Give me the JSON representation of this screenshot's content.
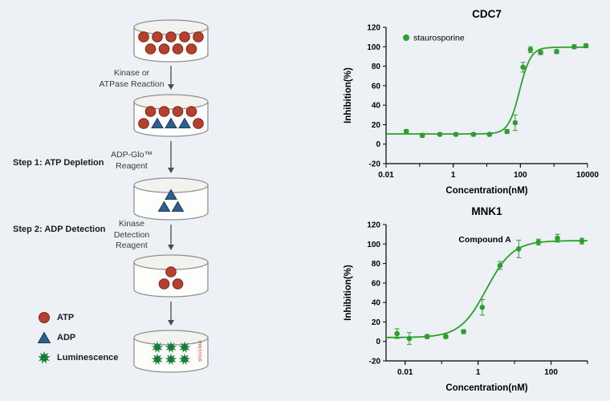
{
  "page": {
    "background": "#edf1f5"
  },
  "diagram": {
    "arrow_labels": [
      "Kinase or\nATPase Reaction",
      "ADP-Glo™\nReagent",
      "Kinase\nDetection\nReagent"
    ],
    "step_labels": [
      "Step 1: ATP Depletion",
      "Step 2: ADP Detection"
    ],
    "legend": [
      {
        "icon": "atp",
        "label": "ATP"
      },
      {
        "icon": "adp",
        "label": "ADP"
      },
      {
        "icon": "lum",
        "label": "Luminescence"
      }
    ],
    "watermark": "BS01MA",
    "colors": {
      "atp": "#b5402e",
      "atp_stroke": "#7c2417",
      "adp": "#2e5e8d",
      "adp_stroke": "#1c3c5e",
      "lum": "#177d36",
      "dish_stroke": "#8f8f8f",
      "arrow": "#4d4d4d"
    },
    "dishes": [
      {
        "name": "well-atp",
        "rows": [
          [
            "atp",
            "atp",
            "atp",
            "atp",
            "atp"
          ],
          [
            "atp",
            "atp",
            "atp",
            "atp"
          ]
        ]
      },
      {
        "name": "well-atp-adp",
        "rows": [
          [
            "atp",
            "atp",
            "atp",
            "atp"
          ],
          [
            "atp",
            "adp",
            "adp",
            "adp",
            "atp"
          ]
        ]
      },
      {
        "name": "well-adp",
        "rows": [
          [
            "adp"
          ],
          [
            "adp",
            "adp"
          ]
        ]
      },
      {
        "name": "well-atp-remaining",
        "rows": [
          [
            "atp"
          ],
          [
            "atp",
            "atp"
          ]
        ]
      },
      {
        "name": "well-luminescence",
        "rows": [
          [
            "lum",
            "lum",
            "lum"
          ],
          [
            "lum",
            "lum",
            "lum"
          ]
        ]
      }
    ]
  },
  "chart_data": [
    {
      "type": "scatter",
      "title": "CDC7",
      "legend": "staurosporine",
      "xlabel": "Concentration(nM)",
      "ylabel": "Inhibition(%)",
      "xscale": "log",
      "grid": false,
      "color": "#2ca02c",
      "xlim": [
        0.01,
        10000
      ],
      "ylim": [
        -20,
        120
      ],
      "yticks": [
        -20,
        0,
        20,
        40,
        60,
        80,
        100,
        120
      ],
      "xticks": [
        {
          "v": 0.01,
          "label": "0.01"
        },
        {
          "v": 1,
          "label": "1"
        },
        {
          "v": 100,
          "label": "100"
        },
        {
          "v": 10000,
          "label": "10000"
        }
      ],
      "points": [
        {
          "x": 0.04,
          "y": 13,
          "err": 2
        },
        {
          "x": 0.12,
          "y": 9,
          "err": 2
        },
        {
          "x": 0.4,
          "y": 10,
          "err": 1.5
        },
        {
          "x": 1.2,
          "y": 10,
          "err": 1.5
        },
        {
          "x": 4,
          "y": 10,
          "err": 1.5
        },
        {
          "x": 12,
          "y": 10,
          "err": 1.5
        },
        {
          "x": 40,
          "y": 13,
          "err": 2
        },
        {
          "x": 70,
          "y": 22,
          "err": 8
        },
        {
          "x": 120,
          "y": 79,
          "err": 5
        },
        {
          "x": 200,
          "y": 97,
          "err": 3
        },
        {
          "x": 400,
          "y": 94,
          "err": 2
        },
        {
          "x": 1200,
          "y": 95,
          "err": 2
        },
        {
          "x": 4000,
          "y": 100,
          "err": 2
        },
        {
          "x": 9000,
          "y": 101,
          "err": 2
        }
      ],
      "fit": {
        "bottom": 10.5,
        "top": 99.5,
        "ec50": 95,
        "hill": 2.6
      }
    },
    {
      "type": "scatter",
      "title": "MNK1",
      "annotation": "Compound A",
      "xlabel": "Concentration(nM)",
      "ylabel": "Inhibition(%)",
      "xscale": "log",
      "grid": false,
      "color": "#2ca02c",
      "xlim": [
        0.003,
        1000
      ],
      "ylim": [
        -20,
        120
      ],
      "yticks": [
        -20,
        0,
        20,
        40,
        60,
        80,
        100,
        120
      ],
      "xticks": [
        {
          "v": 0.01,
          "label": "0.01"
        },
        {
          "v": 1,
          "label": "1"
        },
        {
          "v": 100,
          "label": "100"
        }
      ],
      "points": [
        {
          "x": 0.006,
          "y": 8,
          "err": 5
        },
        {
          "x": 0.013,
          "y": 3,
          "err": 6
        },
        {
          "x": 0.04,
          "y": 5,
          "err": 2
        },
        {
          "x": 0.13,
          "y": 5,
          "err": 2
        },
        {
          "x": 0.4,
          "y": 10,
          "err": 2
        },
        {
          "x": 1.3,
          "y": 35,
          "err": 8
        },
        {
          "x": 4,
          "y": 78,
          "err": 4
        },
        {
          "x": 13,
          "y": 95,
          "err": 9
        },
        {
          "x": 45,
          "y": 102,
          "err": 3
        },
        {
          "x": 150,
          "y": 106,
          "err": 4
        },
        {
          "x": 700,
          "y": 103,
          "err": 3
        }
      ],
      "fit": {
        "bottom": 4,
        "top": 103.5,
        "ec50": 1.7,
        "hill": 1.2
      }
    }
  ]
}
